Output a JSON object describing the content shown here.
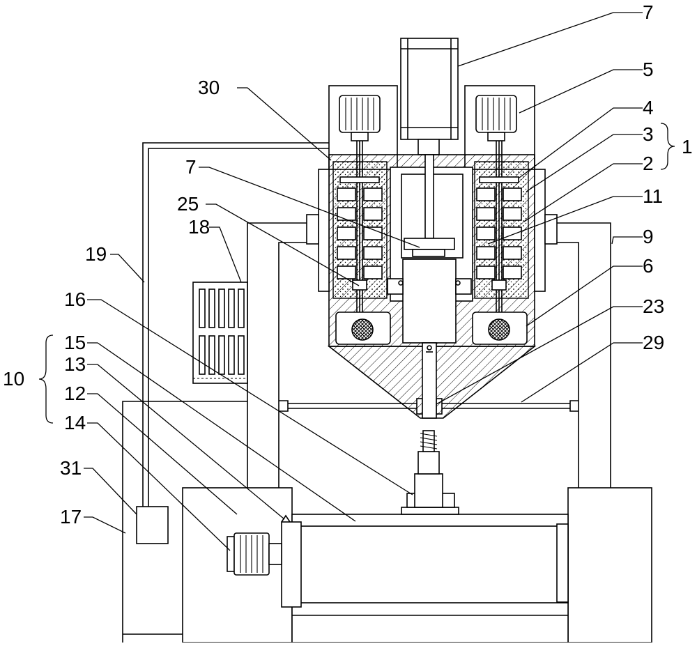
{
  "colors": {
    "line": "#000000",
    "background": "#ffffff"
  },
  "labels": {
    "l7_top": "7",
    "l5": "5",
    "l4": "4",
    "l3": "3",
    "l1": "1",
    "l2": "2",
    "l11": "11",
    "l30": "30",
    "l7_mid": "7",
    "l25": "25",
    "l18": "18",
    "l19": "19",
    "l9": "9",
    "l6": "6",
    "l16": "16",
    "l23": "23",
    "l29": "29",
    "l15": "15",
    "l10": "10",
    "l13": "13",
    "l12": "12",
    "l14": "14",
    "l31": "31",
    "l17": "17"
  }
}
